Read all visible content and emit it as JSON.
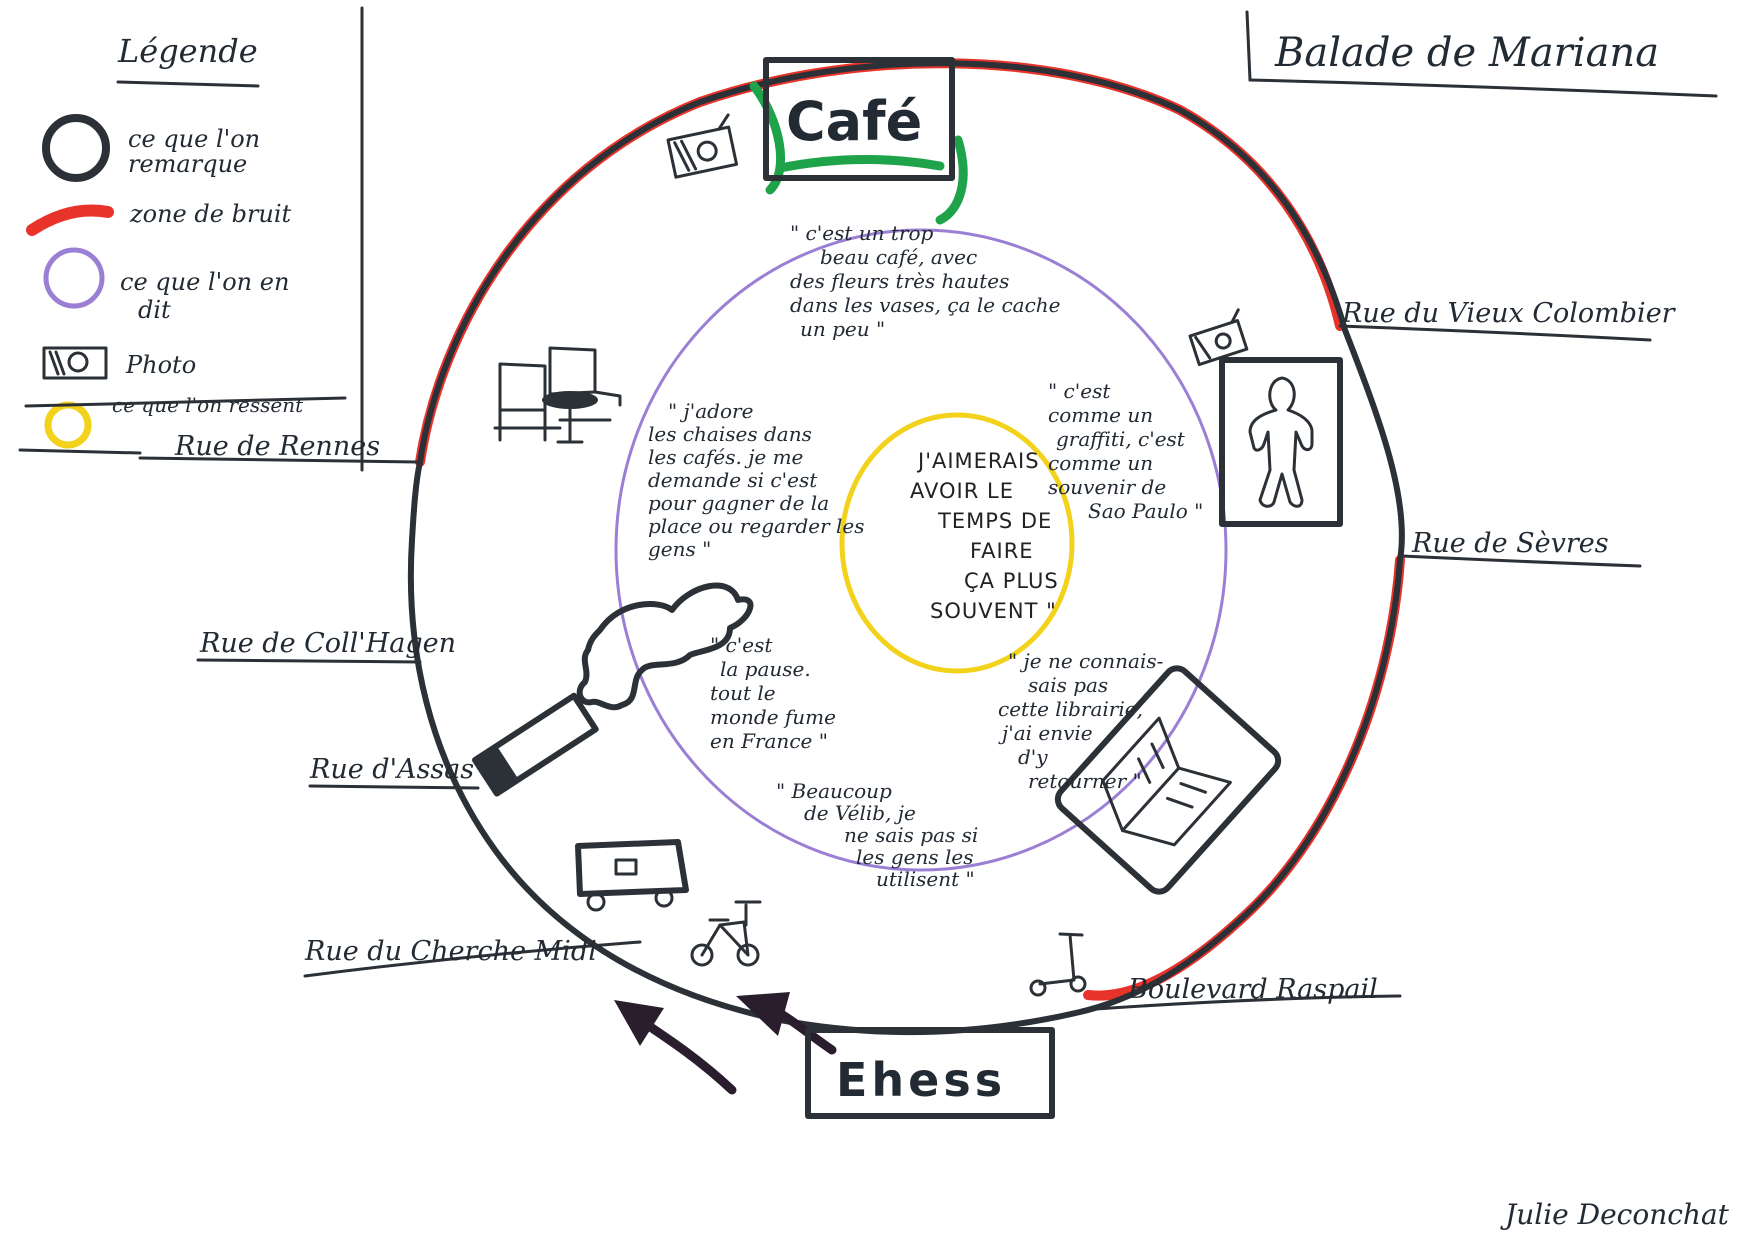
{
  "title": "Balade de Mariana",
  "author": "Julie Deconchat",
  "legend": {
    "heading": "Légende",
    "items": [
      {
        "label_line1": "ce que l'on",
        "label_line2": "remarque",
        "color": "#2b3137",
        "symbol": "circle"
      },
      {
        "label_line1": "zone de bruit",
        "label_line2": "",
        "color": "#e8332a",
        "symbol": "stroke"
      },
      {
        "label_line1": "ce que l'on en",
        "label_line2": "dit",
        "color": "#9b7fd4",
        "symbol": "circle"
      },
      {
        "label_line1": "Photo",
        "label_line2": "",
        "color": "#2b3137",
        "symbol": "camera"
      },
      {
        "label_line1": "ce que l'on ressent",
        "label_line2": "",
        "color": "#f2d21b",
        "symbol": "circle"
      }
    ]
  },
  "places": {
    "cafe": "Café",
    "ehess": "Ehess"
  },
  "streets": {
    "rennes": "Rue de Rennes",
    "copenhague": "Rue de Coll'Hagen",
    "assas": "Rue d'Assas",
    "cherche_midi": "Rue du Cherche Midi",
    "vieux_colombier": "Rue du Vieux Colombier",
    "sevres": "Rue de Sèvres",
    "raspail": "Boulevard Raspail"
  },
  "quotes": {
    "cafe": [
      "\" c'est un trop",
      "beau café, avec",
      "des fleurs très hautes",
      "dans les vases, ça le cache",
      "un peu \""
    ],
    "chaises": [
      "\" j'adore",
      "les chaises dans",
      "les cafés. je me",
      "demande si c'est",
      "pour gagner de la",
      "place ou regarder les",
      "gens \""
    ],
    "graffiti": [
      "\" c'est",
      "comme un",
      "graffiti, c'est",
      "comme un",
      "souvenir de",
      "Sao Paulo \""
    ],
    "pause": [
      "\" c'est",
      "la pause.",
      "tout le",
      "monde fume",
      "en France \""
    ],
    "librairie": [
      "\" je ne connais-",
      "sais pas",
      "cette librairie,",
      "j'ai envie",
      "d'y",
      "retourner \""
    ],
    "velib": [
      "\" Beaucoup",
      "de Vélib, je",
      "ne sais pas si",
      "les gens les",
      "utilisent \""
    ]
  },
  "feeling": [
    "J'AIMERAIS",
    "AVOIR LE",
    "TEMPS DE",
    "FAIRE",
    "ÇA PLUS",
    "SOUVENT \""
  ],
  "colors": {
    "ink": "#2b3137",
    "noise": "#e8332a",
    "said": "#9b7fd4",
    "felt": "#f2d21b",
    "plants": "#1fa34a"
  },
  "icons": [
    "camera-icon",
    "chairs-table-icon",
    "person-icon",
    "cloud-smoke-icon",
    "bench-icon",
    "book-shop-icon",
    "velib-bike-icon",
    "scooter-icon",
    "arrow-icon"
  ]
}
